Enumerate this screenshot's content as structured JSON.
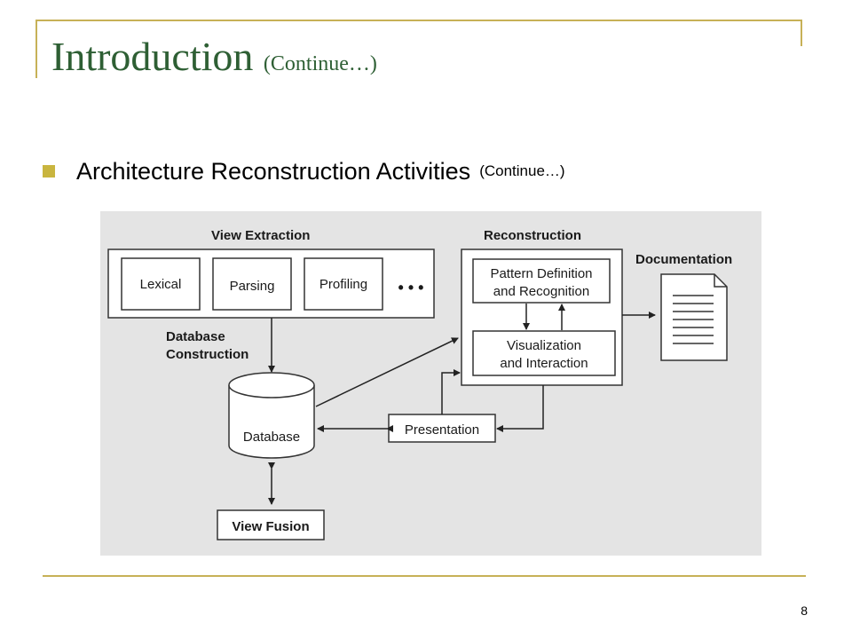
{
  "slide": {
    "title": "Introduction",
    "title_suffix": "(Continue…)",
    "bullet_text": "Architecture Reconstruction Activities",
    "bullet_suffix": "(Continue…)",
    "page_number": "8"
  },
  "diagram": {
    "view_extraction": "View Extraction",
    "lexical": "Lexical",
    "parsing": "Parsing",
    "profiling": "Profiling",
    "more": "• • •",
    "db_construction_1": "Database",
    "db_construction_2": "Construction",
    "database": "Database",
    "view_fusion": "View Fusion",
    "reconstruction": "Reconstruction",
    "pattern_1": "Pattern Definition",
    "pattern_2": "and Recognition",
    "visualization_1": "Visualization",
    "visualization_2": "and Interaction",
    "presentation": "Presentation",
    "documentation": "Documentation"
  },
  "colors": {
    "accent": "#c7b157",
    "title": "#2e5f34",
    "bullet": "#c9b53f",
    "diagram_bg": "#e4e4e4"
  }
}
